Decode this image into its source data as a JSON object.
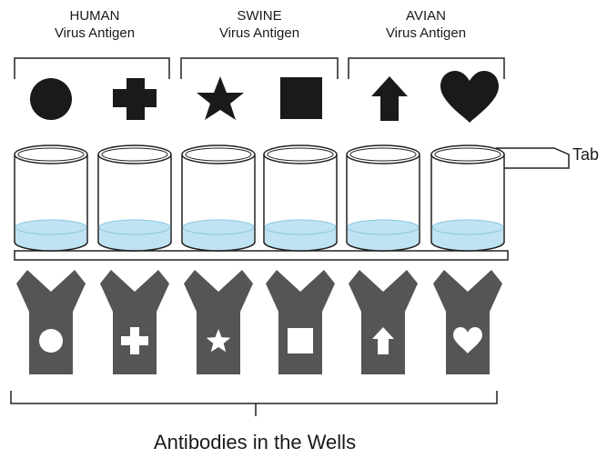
{
  "groups": [
    {
      "name": "HUMAN",
      "subtitle": "Virus Antigen",
      "antigens": [
        "circle-icon",
        "cross-icon"
      ]
    },
    {
      "name": "SWINE",
      "subtitle": "Virus Antigen",
      "antigens": [
        "star-icon",
        "square-icon"
      ]
    },
    {
      "name": "AVIAN",
      "subtitle": "Virus Antigen",
      "antigens": [
        "arrow-icon",
        "heart-icon"
      ]
    }
  ],
  "tab_label": "Tab",
  "footer_label": "Antibodies in the Wells",
  "colors": {
    "antigen": "#1a1a1a",
    "antibody": "#555555",
    "liquid": "#bfe3f2",
    "liquid_edge": "#8cc6df",
    "outline": "#222222"
  }
}
